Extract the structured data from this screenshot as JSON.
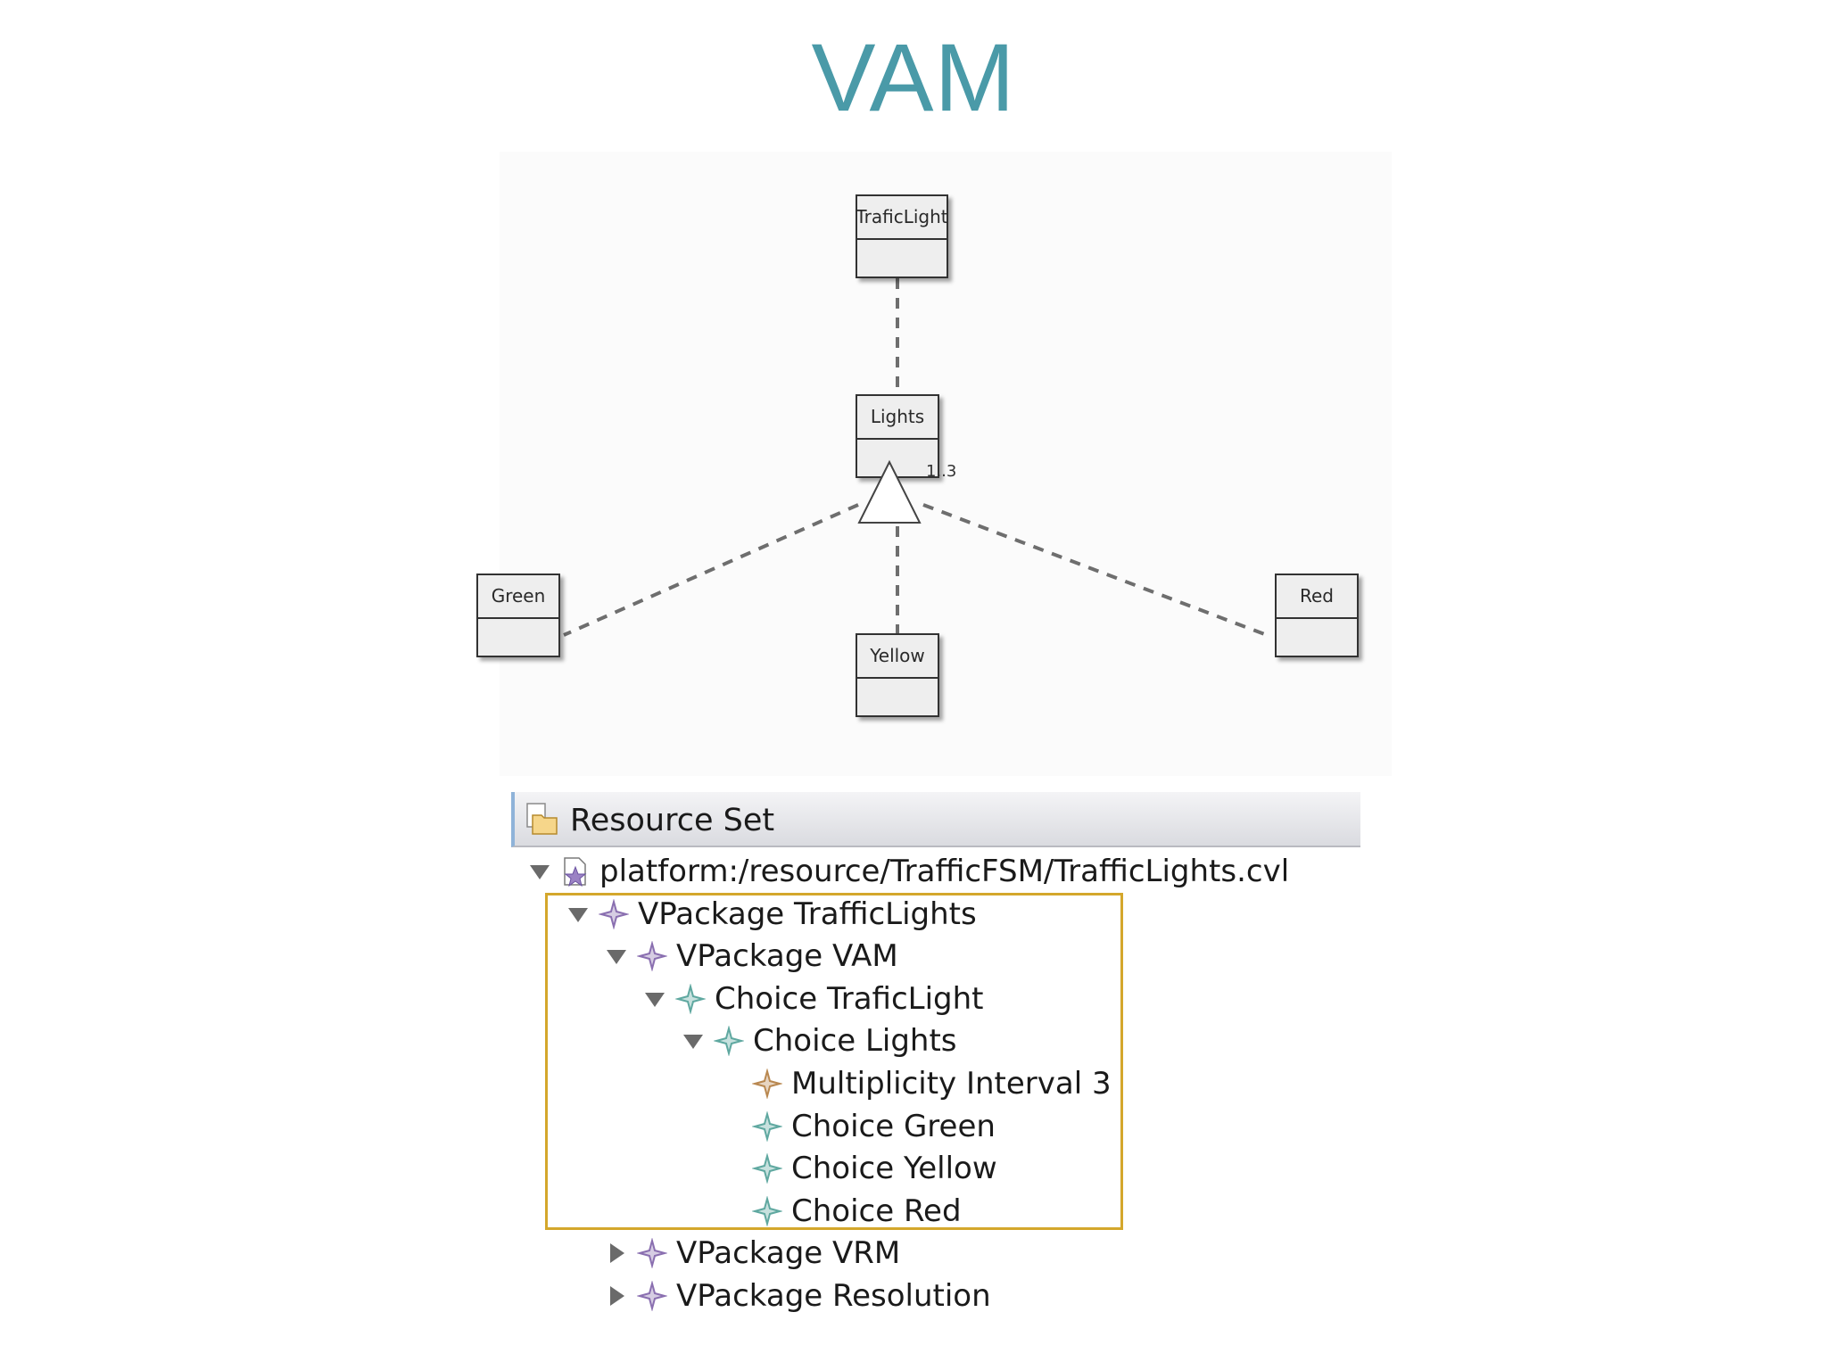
{
  "title": "VAM",
  "diagram": {
    "classes": {
      "traficlight": "TraficLight",
      "lights": "Lights",
      "green": "Green",
      "yellow": "Yellow",
      "red": "Red"
    },
    "multiplicity": "1..3"
  },
  "resource_set": {
    "header": "Resource Set",
    "tree": [
      {
        "label": "platform:/resource/TrafficFSM/TrafficLights.cvl",
        "icon": "resource-file-icon",
        "state": "expanded"
      },
      {
        "label": "VPackage TrafficLights",
        "icon": "vpackage-icon",
        "state": "expanded"
      },
      {
        "label": "VPackage VAM",
        "icon": "vpackage-icon",
        "state": "expanded"
      },
      {
        "label": "Choice TraficLight",
        "icon": "choice-icon",
        "state": "expanded"
      },
      {
        "label": "Choice Lights",
        "icon": "choice-icon",
        "state": "expanded"
      },
      {
        "label": "Multiplicity Interval 3",
        "icon": "multiplicity-icon",
        "state": "leaf"
      },
      {
        "label": "Choice Green",
        "icon": "choice-icon",
        "state": "leaf"
      },
      {
        "label": "Choice Yellow",
        "icon": "choice-icon",
        "state": "leaf"
      },
      {
        "label": "Choice Red",
        "icon": "choice-icon",
        "state": "leaf"
      },
      {
        "label": "VPackage VRM",
        "icon": "vpackage-icon",
        "state": "collapsed"
      },
      {
        "label": "VPackage Resolution",
        "icon": "vpackage-icon",
        "state": "collapsed"
      }
    ]
  },
  "colors": {
    "title": "#4a9aa8",
    "highlight_border": "#d4a72c",
    "vpackage_icon": "#8a6fb0",
    "choice_icon": "#5fa8a0",
    "multiplicity_icon": "#b98850"
  }
}
